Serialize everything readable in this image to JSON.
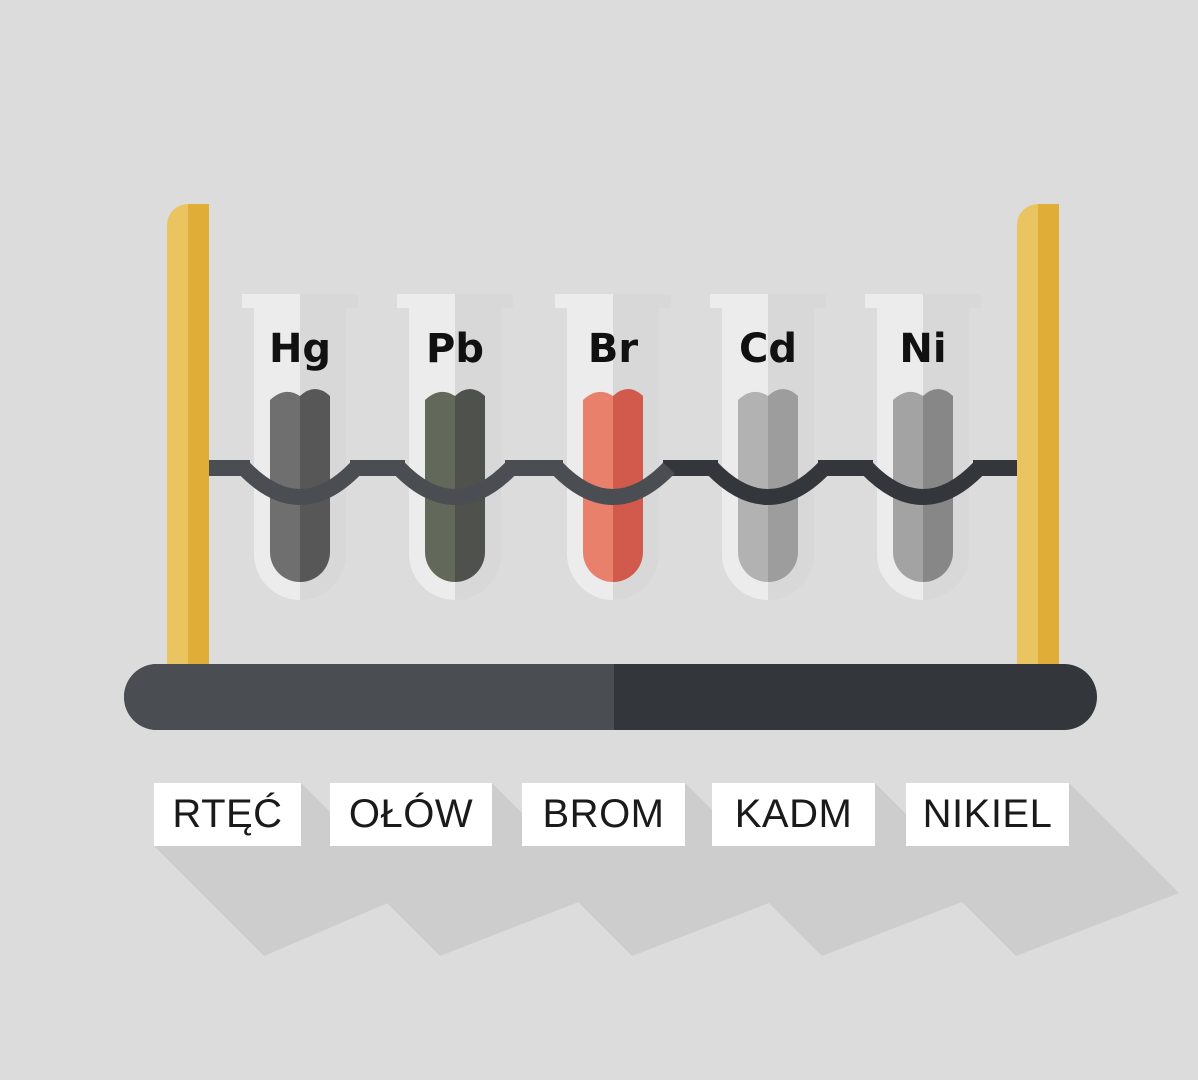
{
  "tubes": [
    {
      "symbol": "Hg",
      "name": "RTĘĆ",
      "liquid_light": "#6f6f6f",
      "liquid_dark": "#575757"
    },
    {
      "symbol": "Pb",
      "name": "OŁÓW",
      "liquid_light": "#63695a",
      "liquid_dark": "#4f524c"
    },
    {
      "symbol": "Br",
      "name": "BROM",
      "liquid_light": "#e8806c",
      "liquid_dark": "#d15a4d"
    },
    {
      "symbol": "Cd",
      "name": "KADM",
      "liquid_light": "#b2b2b2",
      "liquid_dark": "#9d9d9d"
    },
    {
      "symbol": "Ni",
      "name": "NIKIEL",
      "liquid_light": "#a3a3a3",
      "liquid_dark": "#878787"
    }
  ],
  "colors": {
    "background": "#dcdcdc",
    "stand_post_light": "#ebc462",
    "stand_post_dark": "#e0ad37",
    "base_light": "#4a4d52",
    "base_dark": "#33363b",
    "wire_light": "#4a4d52",
    "wire_dark": "#33363b",
    "glass_light": "#ececec",
    "glass_dark": "#d8d8d8"
  }
}
